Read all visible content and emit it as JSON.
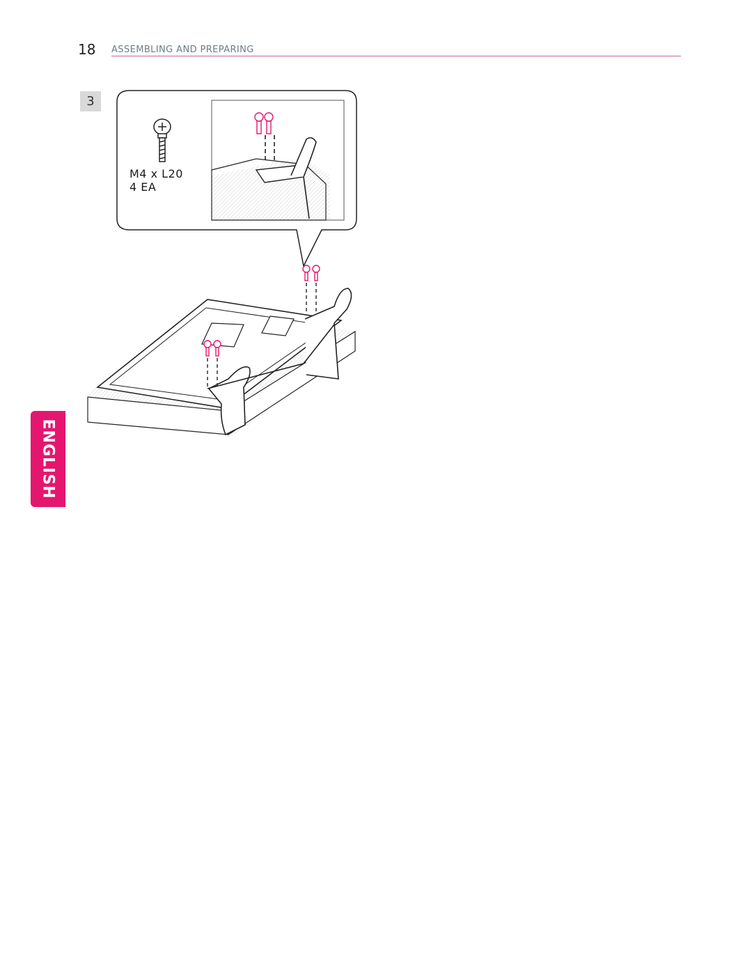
{
  "header": {
    "page_number": "18",
    "section_title": "ASSEMBLING AND PREPARING",
    "rule_color": "#c7669a"
  },
  "step": {
    "number": "3"
  },
  "callout": {
    "screw_size": "M4 x L20",
    "screw_quantity": "4 EA"
  },
  "side_tab": {
    "label": "ENGLISH",
    "color": "#e5166f"
  },
  "accent_colors": {
    "screw_highlight": "#e5166f",
    "line_art": "#222222"
  }
}
